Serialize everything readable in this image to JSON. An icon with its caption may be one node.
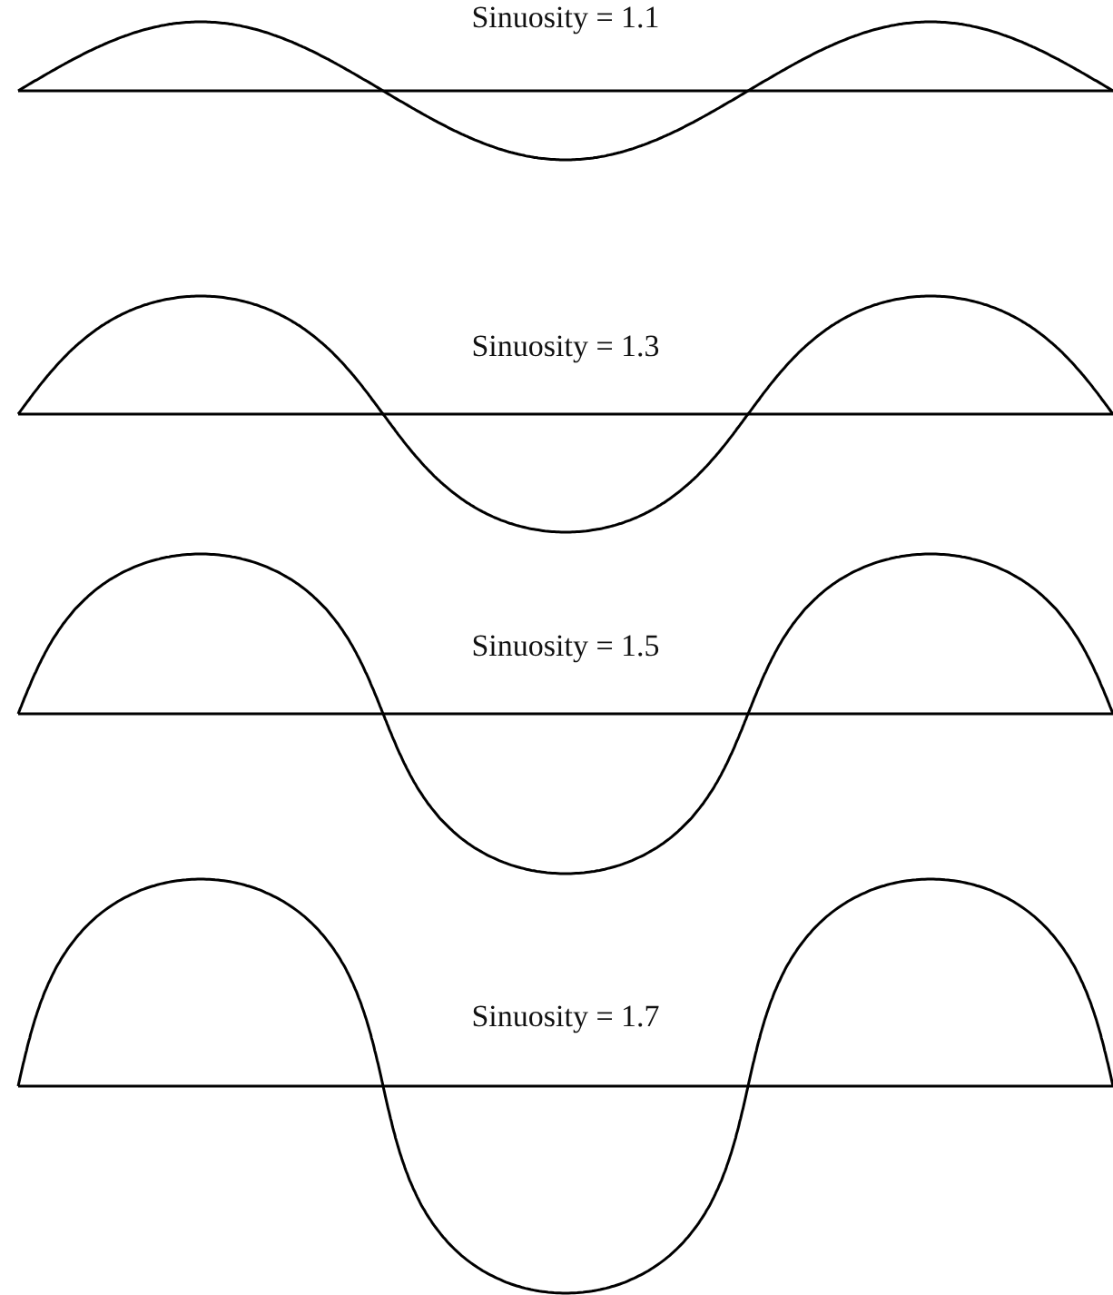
{
  "diagram": {
    "labels": [
      "Sinuosity = 1.1",
      "Sinuosity = 1.3",
      "Sinuosity = 1.5",
      "Sinuosity = 1.7"
    ]
  }
}
